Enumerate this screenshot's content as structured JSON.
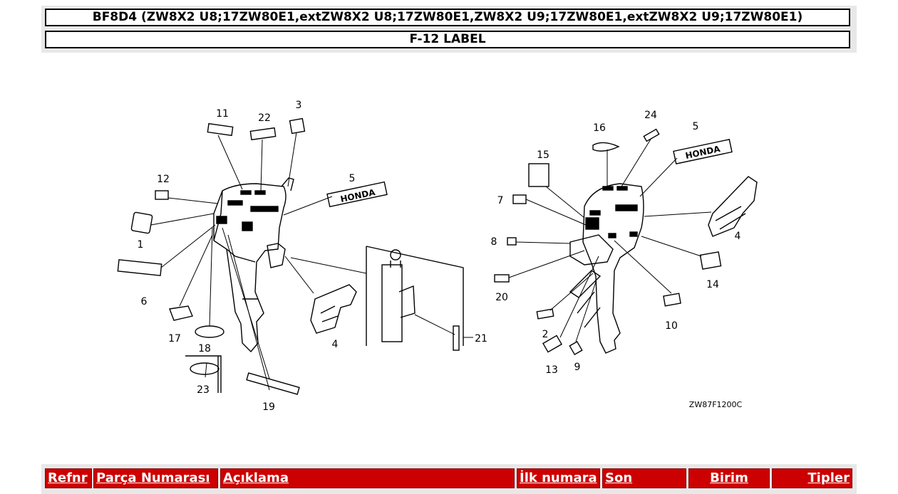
{
  "header": {
    "title": "BF8D4 (ZW8X2 U8;17ZW80E1,extZW8X2 U8;17ZW80E1,ZW8X2 U9;17ZW80E1,extZW8X2 U9;17ZW80E1)",
    "subtitle": "F-12 LABEL"
  },
  "diagram": {
    "code": "ZW87F1200C",
    "callouts": [
      "1",
      "2",
      "3",
      "4",
      "5",
      "6",
      "7",
      "8",
      "9",
      "10",
      "11",
      "12",
      "13",
      "14",
      "15",
      "16",
      "17",
      "18",
      "19",
      "20",
      "21",
      "22",
      "23",
      "24"
    ],
    "brand_text": "HONDA"
  },
  "table": {
    "columns": [
      "Refnr",
      "Parça Numarası",
      "Açıklama",
      "İlk numara",
      "Son",
      "Birim",
      "Tipler"
    ]
  }
}
